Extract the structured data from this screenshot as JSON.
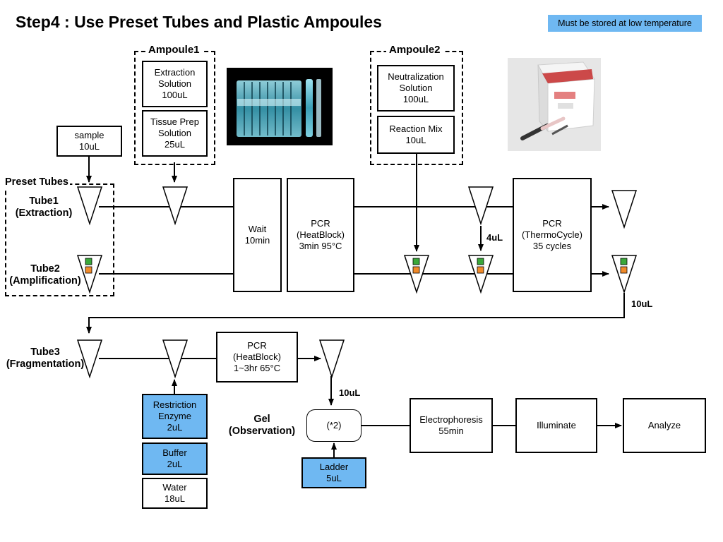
{
  "title": "Step4 : Use Preset Tubes and Plastic Ampoules",
  "note": "Must be stored at low temperature",
  "ampoule1": {
    "label": "Ampoule1",
    "extraction": [
      "Extraction",
      "Solution",
      "100uL"
    ],
    "tissue_prep": [
      "Tissue Prep",
      "Solution",
      "25uL"
    ]
  },
  "ampoule2": {
    "label": "Ampoule2",
    "neutralization": [
      "Neutralization",
      "Solution",
      "100uL"
    ],
    "reaction_mix": [
      "Reaction Mix",
      "10uL"
    ]
  },
  "sample": [
    "sample",
    "10uL"
  ],
  "preset_tubes": "Preset Tubes",
  "tube1": [
    "Tube1",
    "(Extraction)"
  ],
  "tube2": [
    "Tube2",
    "(Amplification)"
  ],
  "tube3": [
    "Tube3",
    "(Fragmentation)"
  ],
  "wait": [
    "Wait",
    "10min"
  ],
  "pcr1": [
    "PCR",
    "(HeatBlock)",
    "3min 95°C"
  ],
  "pcr2": [
    "PCR",
    "(ThermoCycle)",
    "35 cycles"
  ],
  "pcr3": [
    "PCR",
    "(HeatBlock)",
    "1~3hr 65°C"
  ],
  "transfer_4ul": "4uL",
  "transfer_10ul_a": "10uL",
  "transfer_10ul_b": "10uL",
  "restriction": [
    "Restriction",
    "Enzyme",
    "2uL"
  ],
  "buffer": [
    "Buffer",
    "2uL"
  ],
  "water": [
    "Water",
    "18uL"
  ],
  "gel": [
    "Gel",
    "(Observation)"
  ],
  "gel_well": "(*2)",
  "ladder": [
    "Ladder",
    "5uL"
  ],
  "electrophoresis": [
    "Electrophoresis",
    "55min"
  ],
  "illuminate": "Illuminate",
  "analyze": "Analyze",
  "colors": {
    "blue_fill": "#6fb8f2",
    "marker_green": "#3aa83a",
    "marker_orange": "#f08a2a"
  }
}
